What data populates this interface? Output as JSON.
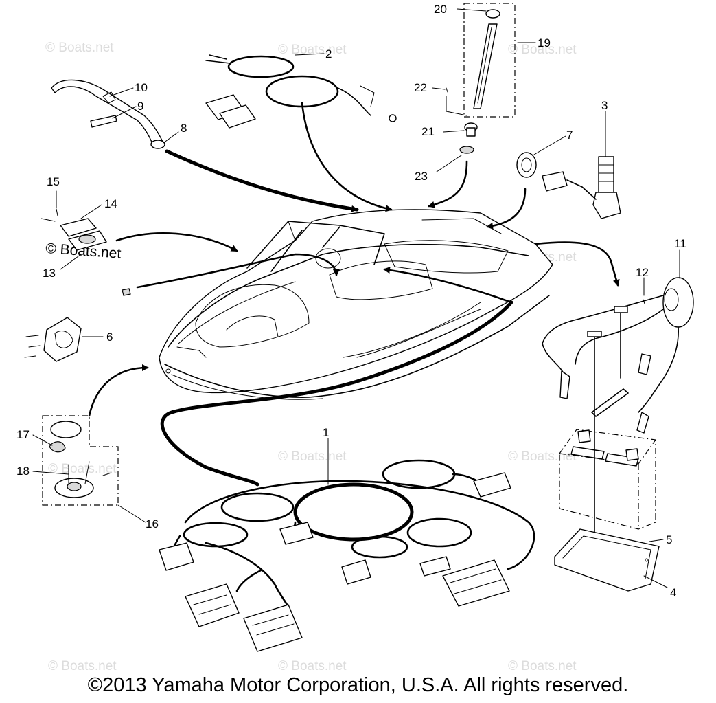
{
  "watermark": "© Boats.net",
  "copyright": "©2013 Yamaha Motor Corporation, U.S.A. All rights reserved.",
  "callouts": [
    {
      "id": "1",
      "text": "1"
    },
    {
      "id": "2",
      "text": "2"
    },
    {
      "id": "3",
      "text": "3"
    },
    {
      "id": "4",
      "text": "4"
    },
    {
      "id": "5",
      "text": "5"
    },
    {
      "id": "6",
      "text": "6"
    },
    {
      "id": "7",
      "text": "7"
    },
    {
      "id": "8",
      "text": "8"
    },
    {
      "id": "9",
      "text": "9"
    },
    {
      "id": "10",
      "text": "10"
    },
    {
      "id": "11",
      "text": "11"
    },
    {
      "id": "12",
      "text": "12"
    },
    {
      "id": "13",
      "text": "13"
    },
    {
      "id": "14",
      "text": "14"
    },
    {
      "id": "15",
      "text": "15"
    },
    {
      "id": "16",
      "text": "16"
    },
    {
      "id": "17",
      "text": "17"
    },
    {
      "id": "18",
      "text": "18"
    },
    {
      "id": "19",
      "text": "19"
    },
    {
      "id": "20",
      "text": "20"
    },
    {
      "id": "21",
      "text": "21"
    },
    {
      "id": "22",
      "text": "22"
    },
    {
      "id": "23",
      "text": "23"
    }
  ]
}
